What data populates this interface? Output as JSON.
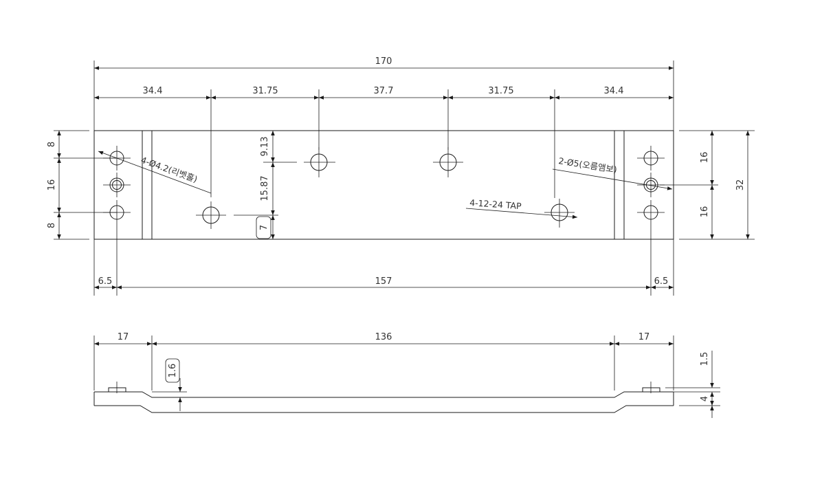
{
  "top_view": {
    "overall_length": "170",
    "spacing": [
      "34.4",
      "31.75",
      "37.7",
      "31.75",
      "34.4"
    ],
    "left_heights": [
      "8",
      "16",
      "8"
    ],
    "right_heights": [
      "16",
      "16"
    ],
    "overall_height": "32",
    "hole_offset_y1": "9.13",
    "hole_offset_y2": "15.87",
    "step": "7",
    "end_offset_left": "6.5",
    "end_offset_right": "6.5",
    "pitch": "157",
    "callout_rivet": "4-Ø4.2(리벳홀)",
    "callout_long": "2-Ø5(오름앰보)",
    "callout_tap": "4-12-24 TAP"
  },
  "side_view": {
    "segments": [
      "17",
      "136",
      "17"
    ],
    "thickness_label": "1.6",
    "step_height": "1.5",
    "total_thickness": "4"
  }
}
